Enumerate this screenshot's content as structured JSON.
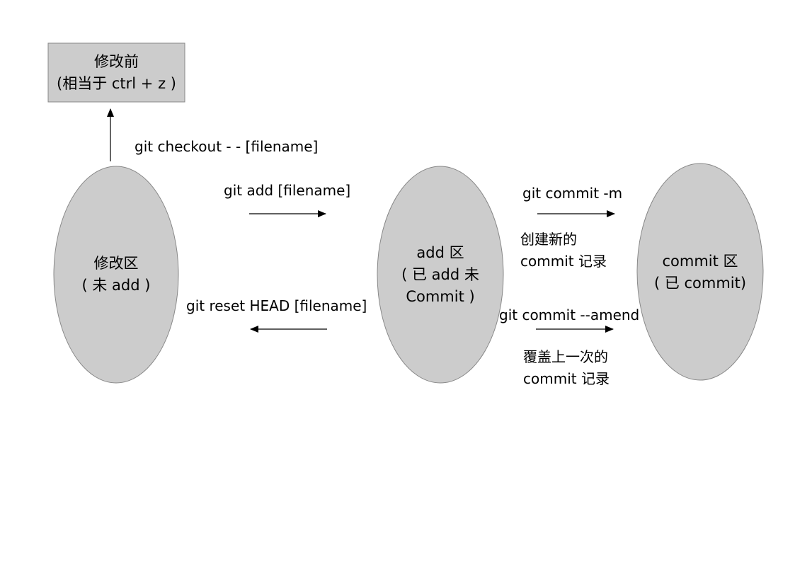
{
  "colors": {
    "node_fill": "#cccccc",
    "node_stroke": "#888888",
    "edge": "#000000",
    "text": "#000000",
    "background": "#ffffff"
  },
  "nodes": {
    "before_edit": {
      "line1": "修改前",
      "line2": "(相当于 ctrl + z )"
    },
    "modified_area": {
      "line1": "修改区",
      "line2": "( 未 add )"
    },
    "add_area": {
      "line1": "add 区",
      "line2": "(   已 add 未",
      "line3": "Commit   )"
    },
    "commit_area": {
      "line1": "commit 区",
      "line2": "( 已 commit)"
    }
  },
  "edges": {
    "checkout": {
      "label": "git checkout - - [filename]"
    },
    "add": {
      "label": "git add [filename]"
    },
    "reset": {
      "label": "git reset HEAD [filename]"
    },
    "commit": {
      "label": "git commit -m",
      "note_line1": "创建新的",
      "note_line2": "commit 记录"
    },
    "amend": {
      "label": "git commit --amend",
      "note_line1": "覆盖上一次的",
      "note_line2": "commit 记录"
    }
  }
}
